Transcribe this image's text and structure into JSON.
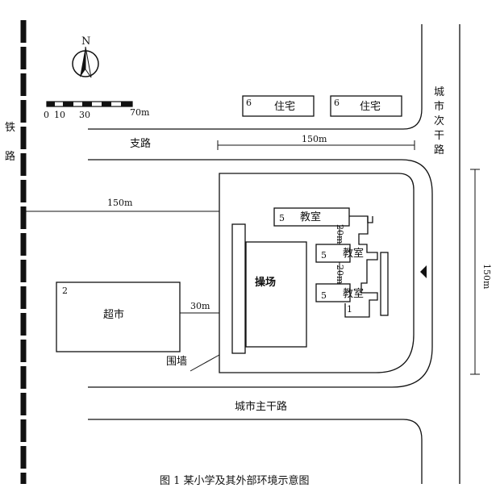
{
  "north_label": "N",
  "scale": {
    "ticks": [
      "0",
      "10",
      "30",
      "70m"
    ]
  },
  "railway_label": [
    "铁",
    "路"
  ],
  "roads": {
    "branch": "支路",
    "secondary": [
      "城",
      "市",
      "次",
      "干",
      "路"
    ],
    "main": "城市主干路"
  },
  "dims": {
    "top_150": "150m",
    "left_150": "150m",
    "right_150": "150m",
    "gap_30": "30m",
    "gap_20a": "20m",
    "gap_20b": "20m"
  },
  "residences": [
    {
      "floors": "6",
      "label": "住宅"
    },
    {
      "floors": "6",
      "label": "住宅"
    }
  ],
  "supermarket": {
    "floors": "2",
    "label": "超市"
  },
  "playground": "操场",
  "wall": "围墙",
  "classrooms": [
    {
      "floors": "5",
      "label": "教室"
    },
    {
      "floors": "5",
      "label": "教室"
    },
    {
      "floors": "5",
      "label": "教室"
    }
  ],
  "office_floors": "1",
  "caption": "图 1   某小学及其外部环境示意图"
}
